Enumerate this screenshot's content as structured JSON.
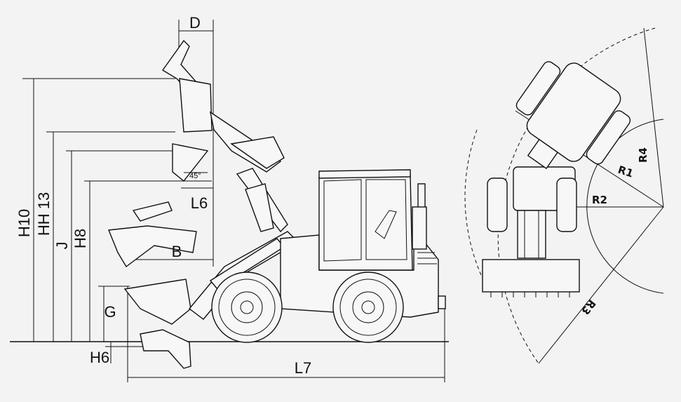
{
  "side_view": {
    "labels": {
      "D": "D",
      "H10": "H10",
      "HH13": "HH 13",
      "J": "J",
      "H8": "H8",
      "L6": "L6",
      "B": "B",
      "G": "G",
      "H6": "H6",
      "L7": "L7",
      "angle": "45°"
    }
  },
  "top_view": {
    "labels": {
      "R1": "R1",
      "R2": "R2",
      "R3": "R3",
      "R4": "R4"
    }
  }
}
